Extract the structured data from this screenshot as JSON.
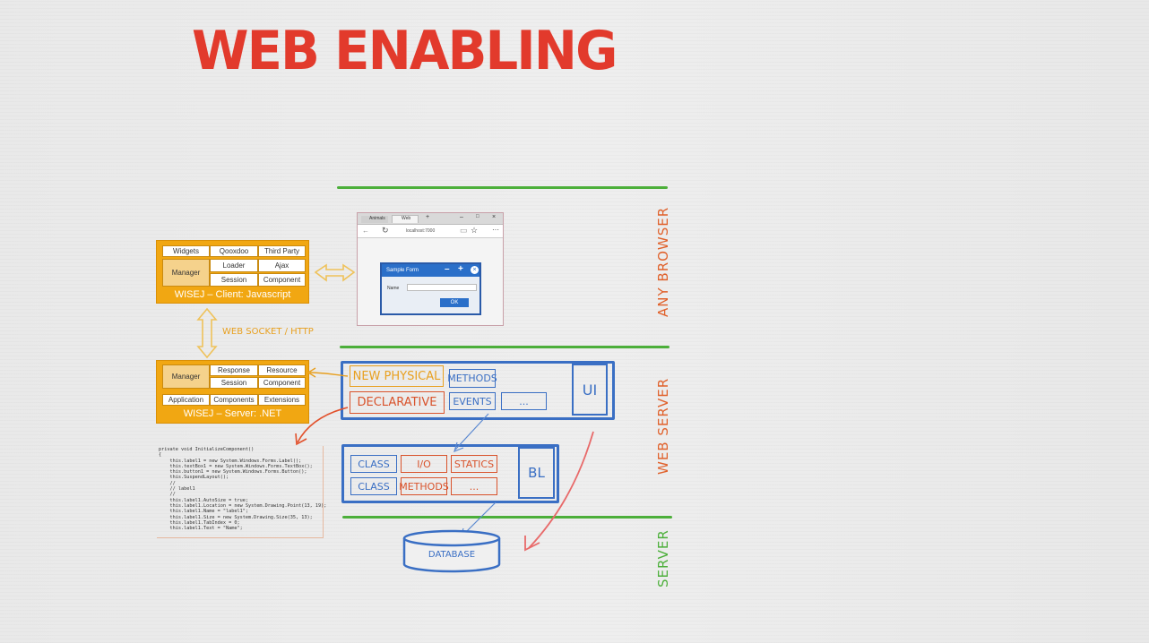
{
  "title": "WEB ENABLING",
  "tiers": {
    "any_browser": "ANY BROWSER",
    "web_server": "WEB SERVER",
    "server": "SERVER"
  },
  "colors": {
    "title": "#e23a2c",
    "tier_line": "#4caf3a",
    "browser_label": "#e0612b",
    "web_server_label": "#e0612b",
    "server_label": "#4caf3a",
    "wisej": "#f1a712",
    "blue": "#3a6fc4",
    "red": "#d9532c"
  },
  "client_block": {
    "top_row": [
      "Widgets",
      "Qooxdoo",
      "Third Party"
    ],
    "manager": "Manager",
    "grid": [
      "Loader",
      "Ajax",
      "Session",
      "Component"
    ],
    "caption": "WISEJ – Client: Javascript"
  },
  "server_block": {
    "manager": "Manager",
    "grid": [
      "Response",
      "Resource",
      "Session",
      "Component"
    ],
    "bottom_row": [
      "Application",
      "Components",
      "Extensions"
    ],
    "caption": "WISEJ – Server: .NET"
  },
  "connection_label": "WEB SOCKET / HTTP",
  "browser_mock": {
    "tabs": [
      "Animals",
      "Web"
    ],
    "address": "localhost:7000",
    "form_title": "Sample Form",
    "field_label": "Name",
    "ok_label": "OK"
  },
  "ui_layer": {
    "new_physical": "NEW PHYSICAL",
    "declarative": "DECLARATIVE",
    "methods": "METHODS",
    "events": "EVENTS",
    "more": "...",
    "label": "UI"
  },
  "bl_layer": {
    "class1": "CLASS",
    "io": "I/O",
    "statics": "STATICS",
    "class2": "CLASS",
    "methods": "METHODS",
    "more": "...",
    "label": "BL"
  },
  "database": "DATABASE",
  "code_lines": [
    "private void InitializeComponent()",
    "{",
    "    this.label1 = new System.Windows.Forms.Label();",
    "    this.textBox1 = new System.Windows.Forms.TextBox();",
    "    this.button1 = new System.Windows.Forms.Button();",
    "    this.SuspendLayout();",
    "    //",
    "    // label1",
    "    //",
    "    this.label1.AutoSize = true;",
    "    this.label1.Location = new System.Drawing.Point(13, 19);",
    "    this.label1.Name = \"label1\";",
    "    this.label1.Size = new System.Drawing.Size(35, 13);",
    "    this.label1.TabIndex = 0;",
    "    this.label1.Text = \"Name\";"
  ]
}
